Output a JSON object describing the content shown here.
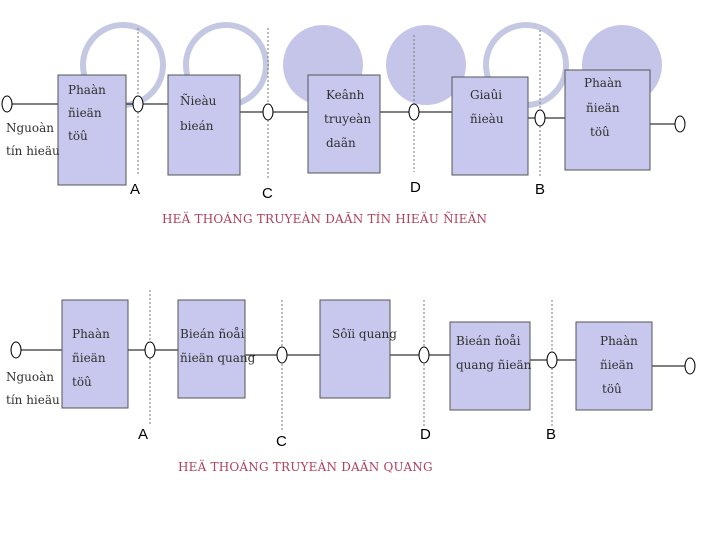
{
  "diagram1": {
    "source_label": [
      "Nguoàn",
      "tín hieäu"
    ],
    "blocks": [
      [
        "Phaàn",
        "ñieän",
        "töû"
      ],
      [
        "Ñieàu",
        "bieán"
      ],
      [
        "Keânh",
        "truyeàn",
        "daãn"
      ],
      [
        "Giaûi",
        "ñieàu"
      ],
      [
        "Phaàn",
        "ñieän",
        "töû"
      ]
    ],
    "points": [
      "A",
      "C",
      "D",
      "B"
    ],
    "title": "HEÄ THOÁNG TRUYEÀN DAÃN TÍN HIEÄU ÑIEÄN"
  },
  "diagram2": {
    "source_label": [
      "Nguoàn",
      "tín hieäu"
    ],
    "blocks": [
      [
        "Phaàn",
        "ñieän",
        "töû"
      ],
      [
        "Bieán ñoåi",
        "ñieän quang"
      ],
      [
        "Sôïi quang"
      ],
      [
        "Bieán ñoåi",
        "quang ñieän"
      ],
      [
        "Phaàn",
        "ñieän",
        "töû"
      ]
    ],
    "points": [
      "A",
      "C",
      "D",
      "B"
    ],
    "title": "HEÄ THOÁNG TRUYEÀN DAÃN QUANG"
  },
  "colors": {
    "block_fill": "#c8c8ee",
    "circle_outline": "#c5c8e2",
    "circle_fill": "#c4c5e8",
    "title": "#b0405a"
  }
}
